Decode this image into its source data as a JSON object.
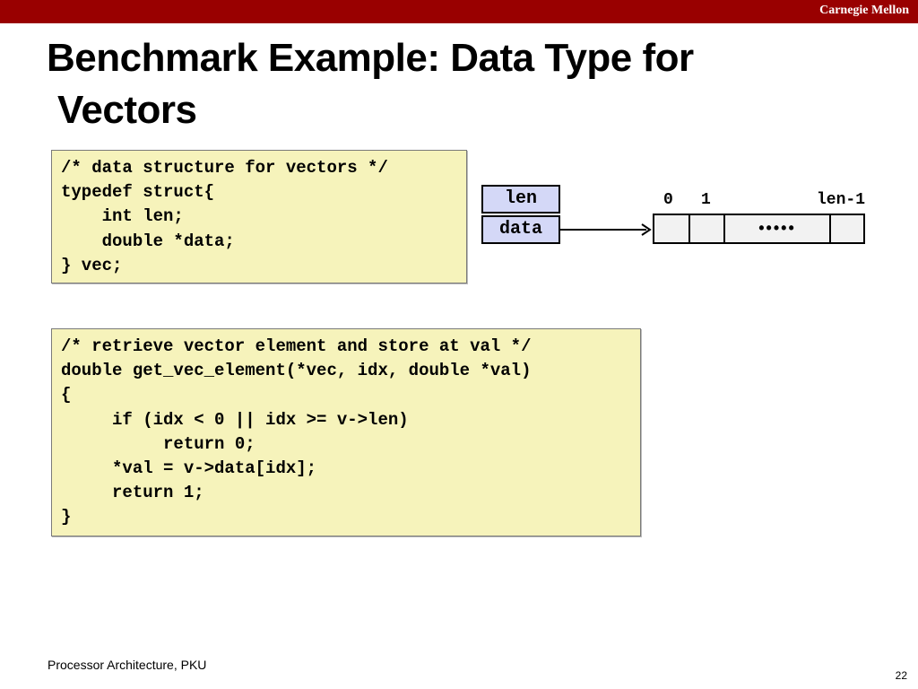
{
  "header": {
    "brand": "Carnegie Mellon"
  },
  "slide": {
    "title_line1": "Benchmark Example: Data Type for",
    "title_line2": "Vectors"
  },
  "code_blocks": {
    "struct_def": "/* data structure for vectors */\ntypedef struct{\n    int len;\n    double *data;\n} vec;",
    "get_element": "/* retrieve vector element and store at val */\ndouble get_vec_element(*vec, idx, double *val)\n{\n     if (idx < 0 || idx >= v->len)\n          return 0;\n     *val = v->data[idx];\n     return 1;\n}"
  },
  "diagram": {
    "fields": [
      "len",
      "data"
    ],
    "array_indices": [
      "0",
      "1",
      "len-1"
    ],
    "ellipsis": "•••••"
  },
  "footer": {
    "course": "Processor Architecture, PKU",
    "page": "22"
  }
}
